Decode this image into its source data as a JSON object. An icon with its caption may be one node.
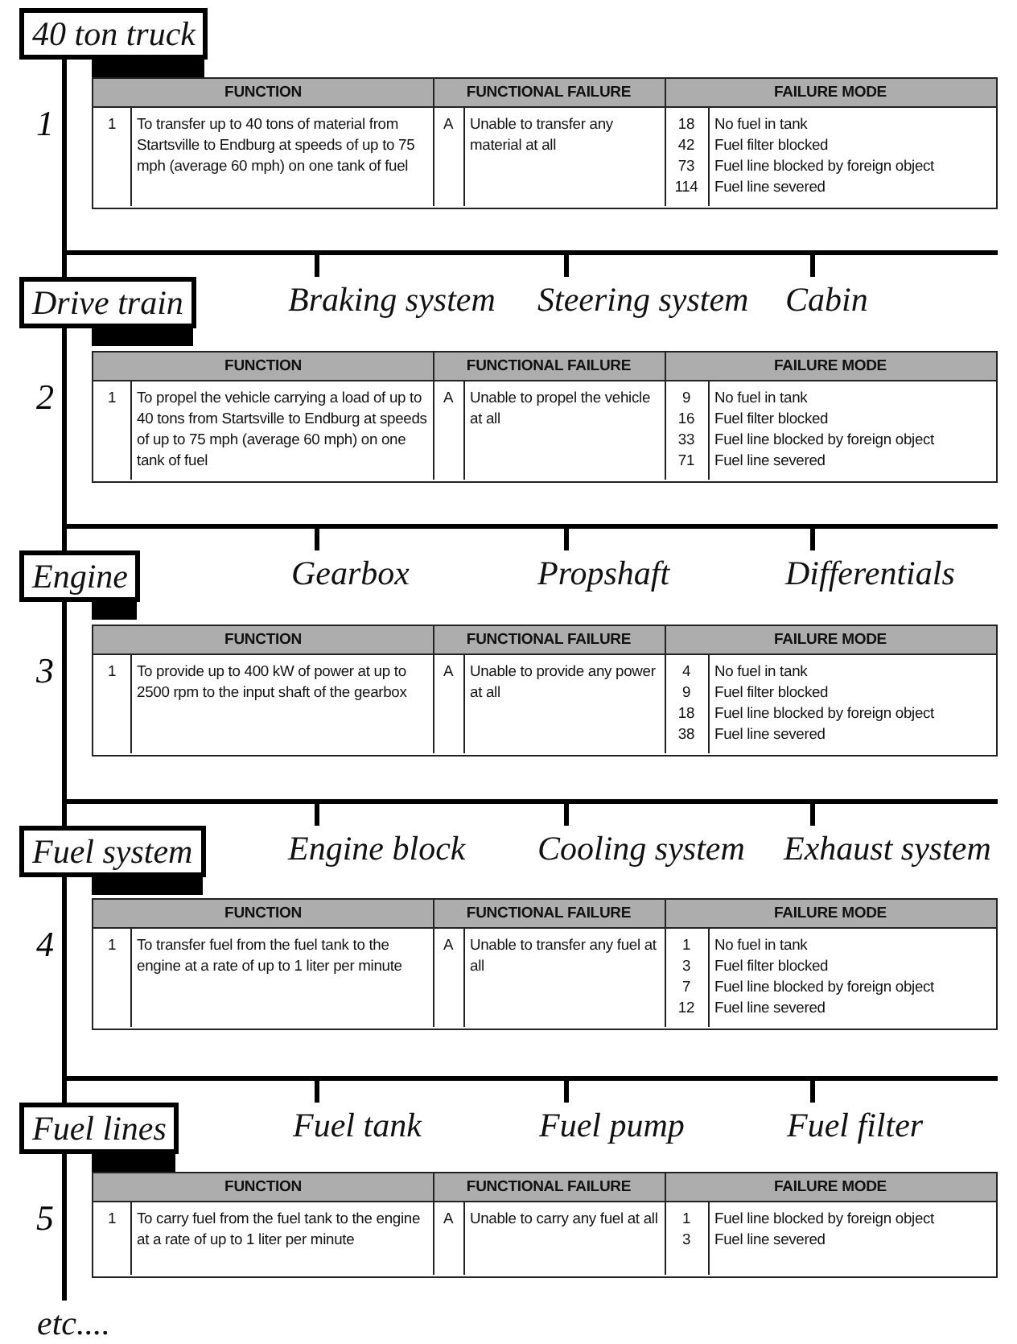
{
  "diagram": {
    "nodes": [
      {
        "text": [
          "40 ton truck"
        ]
      },
      {
        "text": [
          "Drive train"
        ]
      },
      {
        "text": [
          "Braking system"
        ]
      },
      {
        "text": [
          "Steering system"
        ]
      },
      {
        "text": [
          "Cabin"
        ]
      },
      {
        "text": [
          "Engine"
        ]
      },
      {
        "text": [
          "Gearbox"
        ]
      },
      {
        "text": [
          "Propshaft"
        ]
      },
      {
        "text": [
          "Differentials"
        ]
      },
      {
        "text": [
          "Fuel system"
        ]
      },
      {
        "text": [
          "Engine block"
        ]
      },
      {
        "text": [
          "Cooling system"
        ]
      },
      {
        "text": [
          "Exhaust system"
        ]
      },
      {
        "text": [
          "Fuel lines"
        ]
      },
      {
        "text": [
          "Fuel tank"
        ]
      },
      {
        "text": [
          "Fuel pump"
        ]
      },
      {
        "text": [
          "Fuel filter"
        ]
      },
      {
        "text": [
          "etc...."
        ]
      }
    ],
    "edges": [
      {
        "from": 0,
        "to": 1,
        "arrow": "none"
      },
      {
        "from": 0,
        "to": 2,
        "arrow": "none"
      },
      {
        "from": 0,
        "to": 3,
        "arrow": "none"
      },
      {
        "from": 0,
        "to": 4,
        "arrow": "none"
      },
      {
        "from": 1,
        "to": 5,
        "arrow": "none"
      },
      {
        "from": 1,
        "to": 6,
        "arrow": "none"
      },
      {
        "from": 1,
        "to": 7,
        "arrow": "none"
      },
      {
        "from": 1,
        "to": 8,
        "arrow": "none"
      },
      {
        "from": 5,
        "to": 9,
        "arrow": "none"
      },
      {
        "from": 5,
        "to": 10,
        "arrow": "none"
      },
      {
        "from": 5,
        "to": 11,
        "arrow": "none"
      },
      {
        "from": 5,
        "to": 12,
        "arrow": "none"
      },
      {
        "from": 9,
        "to": 13,
        "arrow": "none"
      },
      {
        "from": 9,
        "to": 14,
        "arrow": "none"
      },
      {
        "from": 9,
        "to": 15,
        "arrow": "none"
      },
      {
        "from": 9,
        "to": 16,
        "arrow": "none"
      },
      {
        "from": 13,
        "to": 17,
        "arrow": "none"
      }
    ],
    "labels": [
      "1",
      "FUNCTION",
      "FUNCTIONAL FAILURE",
      "FAILURE MODE",
      "1",
      "To transfer up to 40 tons of material from Startsville to Endburg at speeds of up to 75 mph (average 60 mph) on one tank of fuel",
      "A",
      "Unable to transfer any material at all",
      "18",
      "No fuel in tank",
      "42",
      "Fuel filter blocked",
      "73",
      "Fuel line blocked by foreign object",
      "114",
      "Fuel line severed",
      "2",
      "FUNCTION",
      "FUNCTIONAL FAILURE",
      "FAILURE MODE",
      "1",
      "To propel the vehicle carrying a load of up to 40 tons from Startsville to Endburg at speeds of up to 75 mph (average 60 mph) on one tank of fuel",
      "A",
      "Unable to propel the vehicle at all",
      "9",
      "No fuel in tank",
      "16",
      "Fuel filter blocked",
      "33",
      "Fuel line blocked by foreign object",
      "71",
      "Fuel line severed",
      "3",
      "FUNCTION",
      "FUNCTIONAL FAILURE",
      "FAILURE MODE",
      "1",
      "To provide up to 400 kW of power at up to 2500 rpm to the input shaft of the gearbox",
      "A",
      "Unable to provide any power at all",
      "4",
      "No fuel in tank",
      "9",
      "Fuel filter blocked",
      "18",
      "Fuel line blocked by foreign object",
      "38",
      "Fuel line severed",
      "4",
      "FUNCTION",
      "FUNCTIONAL FAILURE",
      "FAILURE MODE",
      "1",
      "To transfer fuel from the fuel tank to the engine at a rate of up to 1 liter per minute",
      "A",
      "Unable to transfer any fuel at all",
      "1",
      "No fuel in tank",
      "3",
      "Fuel filter blocked",
      "7",
      "Fuel line blocked by foreign object",
      "12",
      "Fuel line severed",
      "5",
      "FUNCTION",
      "FUNCTIONAL FAILURE",
      "FAILURE MODE",
      "1",
      "To carry fuel from the fuel tank to the engine at a rate of up to 1 liter per minute",
      "A",
      "Unable to carry any fuel at all",
      "1",
      "Fuel line blocked by foreign object",
      "3",
      "Fuel line severed"
    ]
  }
}
